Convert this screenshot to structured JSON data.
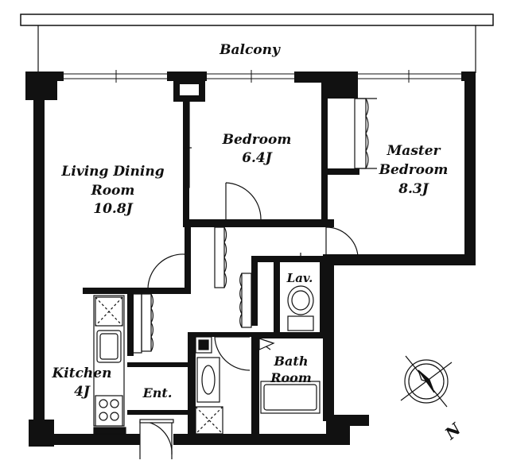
{
  "rooms": {
    "balcony": {
      "name": "Balcony"
    },
    "living_dining": {
      "line1": "Living Dining",
      "line2": "Room",
      "size": "10.8J"
    },
    "bedroom": {
      "name": "Bedroom",
      "size": "6.4J"
    },
    "master_bedroom": {
      "line1": "Master",
      "line2": "Bedroom",
      "size": "8.3J"
    },
    "lavatory": {
      "name": "Lav."
    },
    "kitchen": {
      "name": "Kitchen",
      "size": "4J"
    },
    "entrance": {
      "name": "Ent."
    },
    "bath_room": {
      "line1": "Bath",
      "line2": "Room"
    }
  },
  "compass": {
    "label": "N"
  },
  "colors": {
    "wall": "#111111",
    "fill": "#ffffff"
  }
}
